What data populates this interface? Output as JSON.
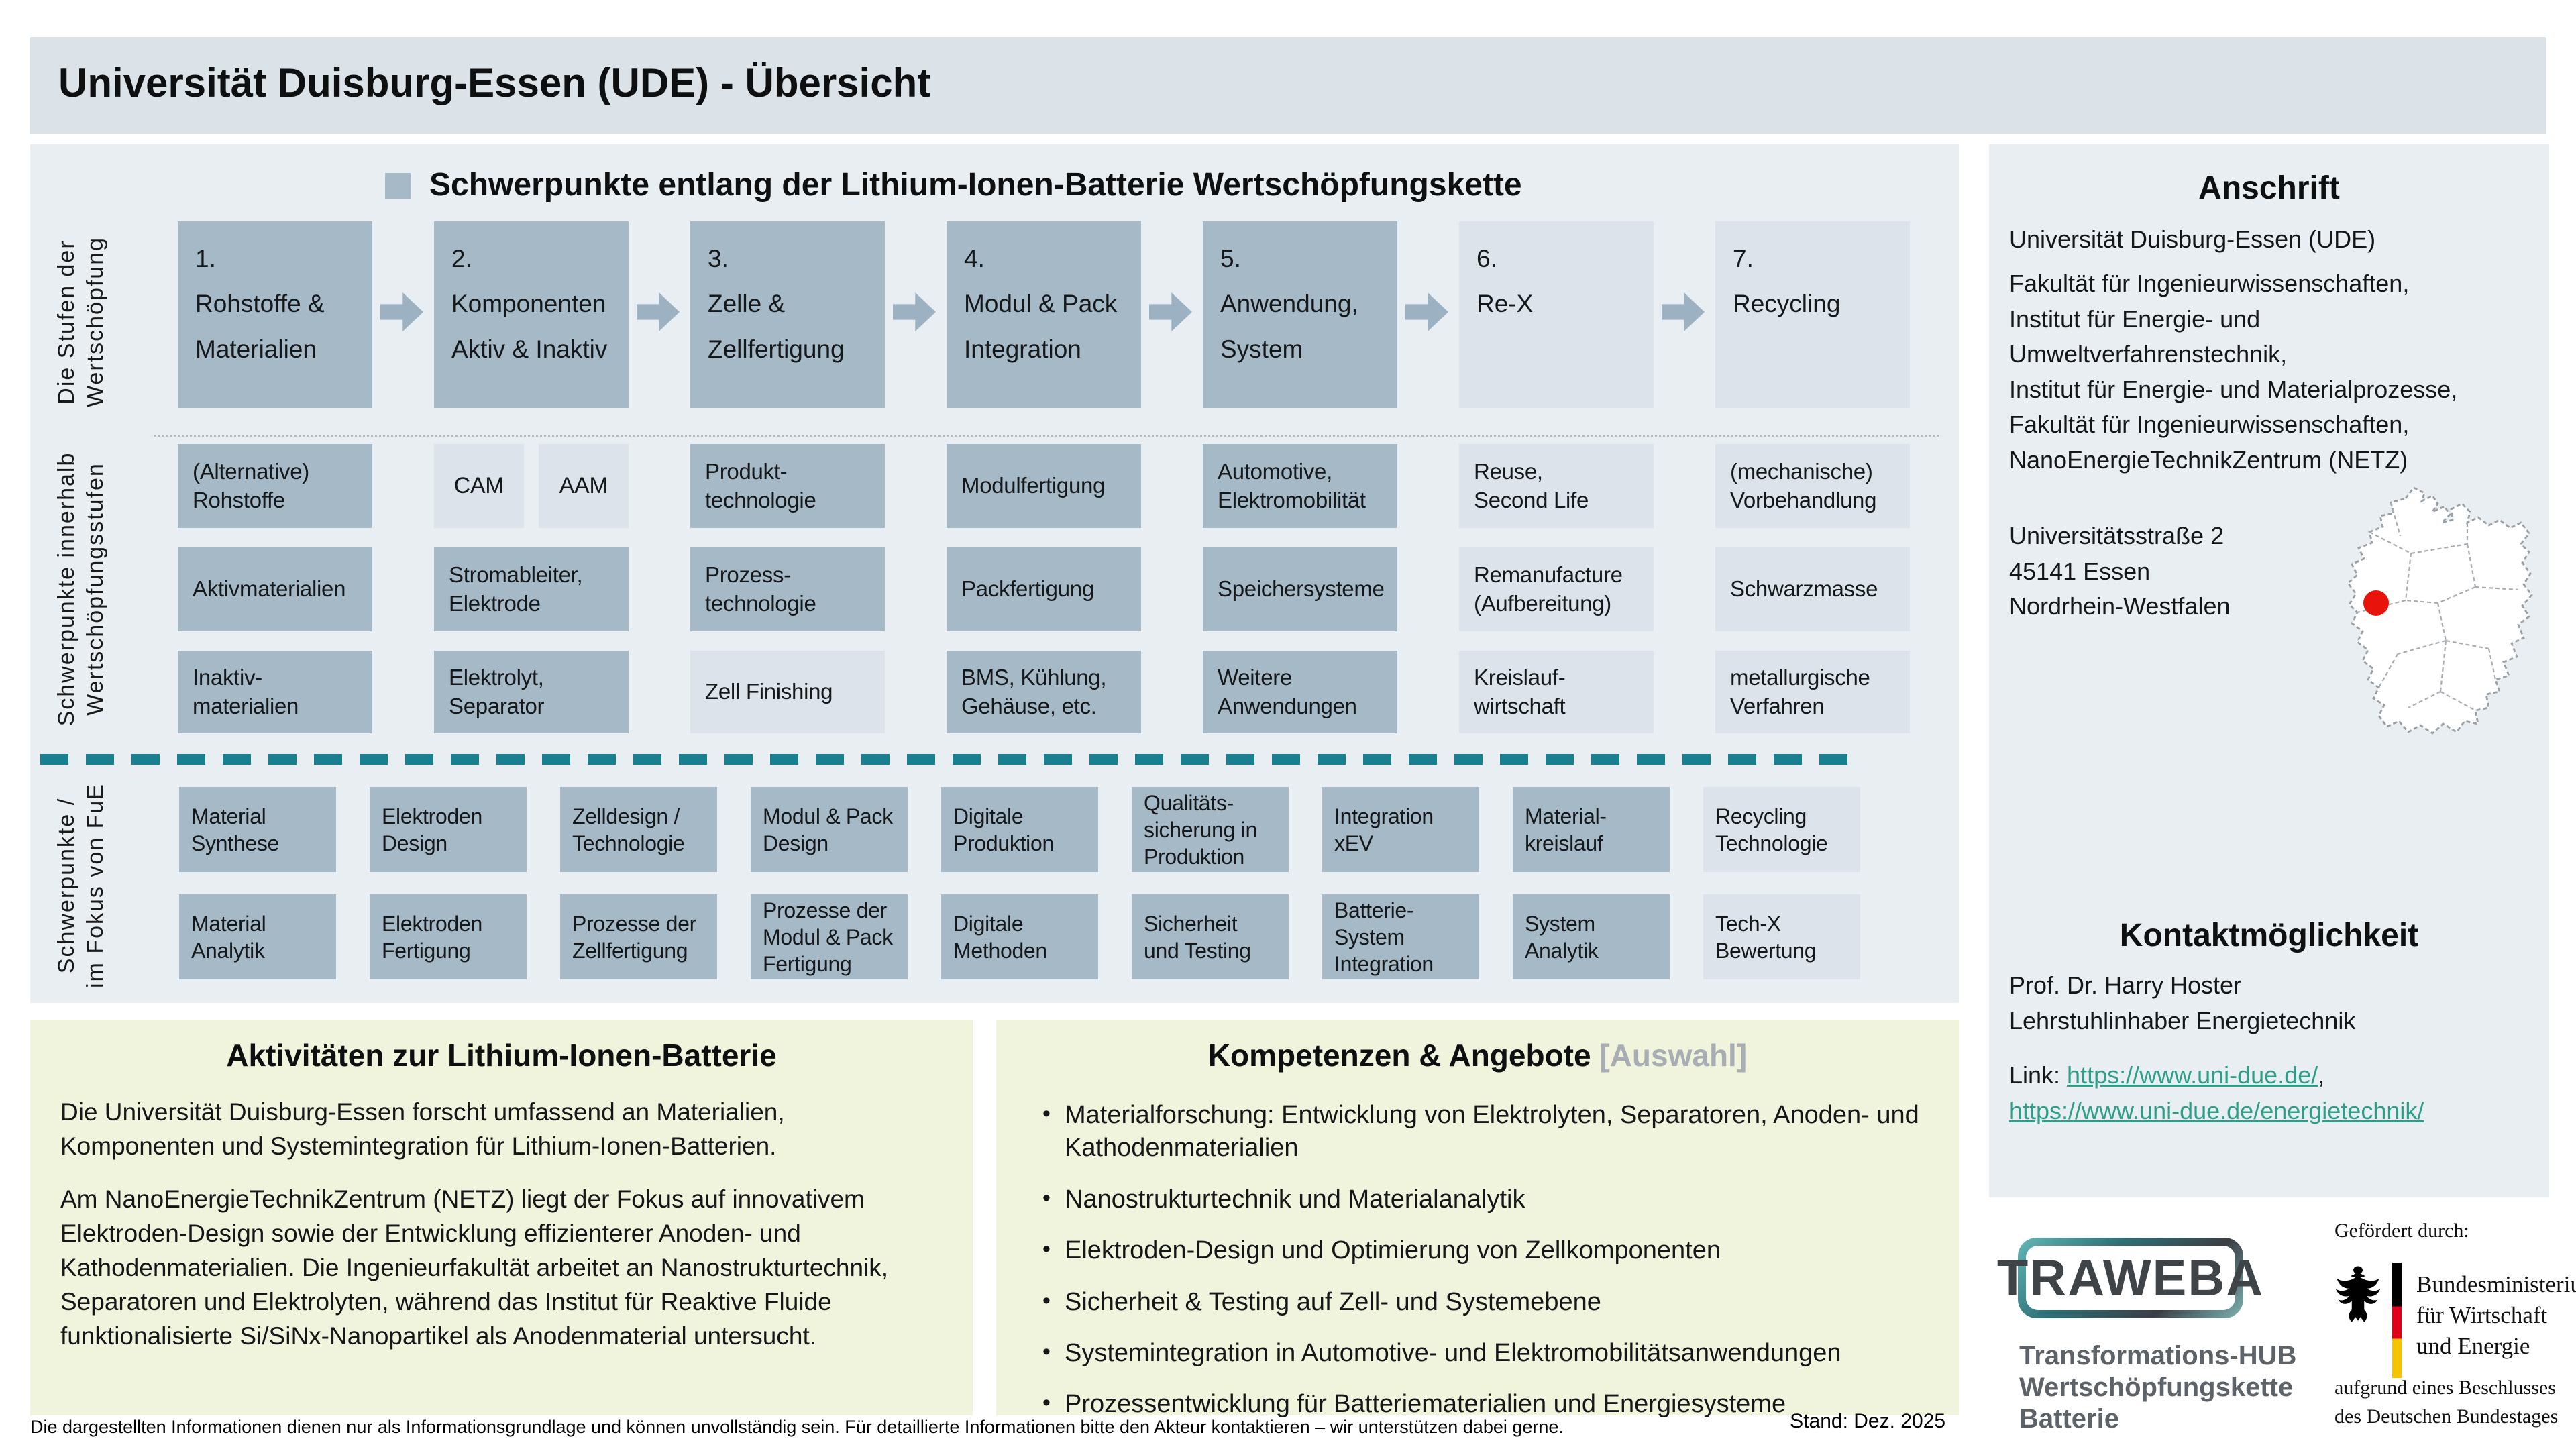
{
  "header": {
    "title": "Universität Duisburg-Essen (UDE) - Übersicht"
  },
  "colors": {
    "accent_teal": "#1a7f8e",
    "box_dark": "#a5b9c6",
    "box_light": "#dce3ea",
    "panel_green": "#f0f4dc",
    "link": "#2f9e88",
    "marker_red": "#e8140c"
  },
  "chain": {
    "heading": "Schwerpunkte entlang der Lithium-Ionen-Batterie Wertschöpfungskette",
    "side_labels": [
      "Die Stufen der\nWertschöpfung",
      "Schwerpunkte innerhalb\nWertschöpfungsstufen",
      "Schwerpunkte /\nim Fokus  von FuE"
    ],
    "stages": [
      {
        "num": "1.",
        "label": "Rohstoffe &\nMaterialien",
        "tone": "dark"
      },
      {
        "num": "2.",
        "label": "Komponenten\nAktiv & Inaktiv",
        "tone": "dark"
      },
      {
        "num": "3.",
        "label": "Zelle &\nZellfertigung",
        "tone": "dark"
      },
      {
        "num": "4.",
        "label": "Modul & Pack\nIntegration",
        "tone": "dark"
      },
      {
        "num": "5.",
        "label": "Anwendung,\nSystem",
        "tone": "dark"
      },
      {
        "num": "6.",
        "label": "Re-X",
        "tone": "light"
      },
      {
        "num": "7.",
        "label": "Recycling",
        "tone": "light"
      }
    ],
    "detail_rows": [
      [
        {
          "label": "(Alternative)\nRohstoffe",
          "tone": "dark"
        },
        {
          "split": [
            {
              "label": "CAM",
              "tone": "light"
            },
            {
              "label": "AAM",
              "tone": "light"
            }
          ]
        },
        {
          "label": "Produkt-\ntechnologie",
          "tone": "dark"
        },
        {
          "label": "Modulfertigung",
          "tone": "dark"
        },
        {
          "label": "Automotive,\nElektromobilität",
          "tone": "dark"
        },
        {
          "label": "Reuse,\nSecond Life",
          "tone": "light"
        },
        {
          "label": "(mechanische)\nVorbehandlung",
          "tone": "light"
        }
      ],
      [
        {
          "label": "Aktivmaterialien",
          "tone": "dark"
        },
        {
          "label": "Stromableiter,\nElektrode",
          "tone": "dark"
        },
        {
          "label": "Prozess-\ntechnologie",
          "tone": "dark"
        },
        {
          "label": "Packfertigung",
          "tone": "dark"
        },
        {
          "label": "Speichersysteme",
          "tone": "dark"
        },
        {
          "label": "Remanufacture\n(Aufbereitung)",
          "tone": "light"
        },
        {
          "label": "Schwarzmasse",
          "tone": "light"
        }
      ],
      [
        {
          "label": "Inaktiv-\nmaterialien",
          "tone": "dark"
        },
        {
          "label": "Elektrolyt,\nSeparator",
          "tone": "dark"
        },
        {
          "label": "Zell Finishing",
          "tone": "light"
        },
        {
          "label": "BMS, Kühlung,\nGehäuse, etc.",
          "tone": "dark"
        },
        {
          "label": "Weitere\nAnwendungen",
          "tone": "dark"
        },
        {
          "label": "Kreislauf-\nwirtschaft",
          "tone": "light"
        },
        {
          "label": "metallurgische\nVerfahren",
          "tone": "light"
        }
      ]
    ],
    "fue_rows": [
      [
        {
          "label": "Material\nSynthese",
          "tone": "dark"
        },
        {
          "label": "Elektroden\nDesign",
          "tone": "dark"
        },
        {
          "label": "Zelldesign /\nTechnologie",
          "tone": "dark"
        },
        {
          "label": "Modul & Pack\nDesign",
          "tone": "dark"
        },
        {
          "label": "Digitale\nProduktion",
          "tone": "dark"
        },
        {
          "label": "Qualitäts-\nsicherung in\nProduktion",
          "tone": "dark"
        },
        {
          "label": "Integration\nxEV",
          "tone": "dark"
        },
        {
          "label": "Material-\nkreislauf",
          "tone": "dark"
        },
        {
          "label": "Recycling\nTechnologie",
          "tone": "light"
        }
      ],
      [
        {
          "label": "Material\nAnalytik",
          "tone": "dark"
        },
        {
          "label": "Elektroden\nFertigung",
          "tone": "dark"
        },
        {
          "label": "Prozesse der\nZellfertigung",
          "tone": "dark"
        },
        {
          "label": "Prozesse der\nModul & Pack\nFertigung",
          "tone": "dark"
        },
        {
          "label": "Digitale\nMethoden",
          "tone": "dark"
        },
        {
          "label": "Sicherheit\nund Testing",
          "tone": "dark"
        },
        {
          "label": "Batterie-\nSystem\nIntegration",
          "tone": "dark"
        },
        {
          "label": "System\nAnalytik",
          "tone": "dark"
        },
        {
          "label": "Tech-X\nBewertung",
          "tone": "light"
        }
      ]
    ]
  },
  "sidebar": {
    "heading": "Anschrift",
    "org": "Universität Duisburg-Essen (UDE)",
    "institutes": "Fakultät für Ingenieurwissenschaften,\nInstitut für Energie- und\nUmweltverfahrenstechnik,\nInstitut für Energie- und Materialprozesse,\nFakultät für Ingenieurwissenschaften,\nNanoEnergieTechnikZentrum (NETZ)",
    "address": "Universitätsstraße 2\n45141 Essen\nNordrhein-Westfalen",
    "contact_heading": "Kontaktmöglichkeit",
    "contact_person": "Prof. Dr. Harry Hoster\nLehrstuhlinhaber Energietechnik",
    "link_label": "Link: ",
    "link1": "https://www.uni-due.de/",
    "link1_suffix": ",",
    "link2": "https://www.uni-due.de/energietechnik/"
  },
  "activities": {
    "title": "Aktivitäten zur Lithium-Ionen-Batterie",
    "p1": "Die Universität Duisburg-Essen forscht umfassend an Materialien, Komponenten und Systemintegration für Lithium-Ionen-Batterien.",
    "p2": "Am NanoEnergieTechnikZentrum (NETZ) liegt der Fokus auf innovativem Elektroden-Design sowie der Entwicklung effizienterer Anoden- und Kathodenmaterialien. Die Ingenieurfakultät arbeitet an Nanostrukturtechnik, Separatoren und Elektrolyten, während das Institut für Reaktive Fluide funktionalisierte Si/SiNx-Nanopartikel als Anodenmaterial untersucht."
  },
  "competences": {
    "title": "Kompetenzen & Angebote ",
    "title_suffix": "[Auswahl]",
    "bullets": [
      "Materialforschung: Entwicklung von Elektrolyten, Separatoren, Anoden- und Kathodenmaterialien",
      "Nanostrukturtechnik und Materialanalytik",
      "Elektroden-Design und Optimierung von Zellkomponenten",
      "Sicherheit & Testing auf Zell- und Systemebene",
      "Systemintegration in Automotive- und Elektromobilitätsanwendungen",
      "Prozessentwicklung für Batteriematerialien und Energiesysteme"
    ]
  },
  "branding": {
    "traweba_wordmark": "TRAWEBA",
    "traweba_sub": "Transformations-HUB\nWertschöpfungskette\nBatterie",
    "funded_label": "Gefördert durch:",
    "ministry": "Bundesministerium\nfür Wirtschaft\nund Energie",
    "mandate": "aufgrund eines Beschlusses\ndes Deutschen Bundestages"
  },
  "footer": {
    "disclaimer": "Die dargestellten Informationen dienen nur als Informationsgrundlage und können unvollständig sein. Für detaillierte Informationen bitte den Akteur kontaktieren – wir unterstützen dabei gerne.",
    "stand": "Stand: Dez. 2025"
  }
}
